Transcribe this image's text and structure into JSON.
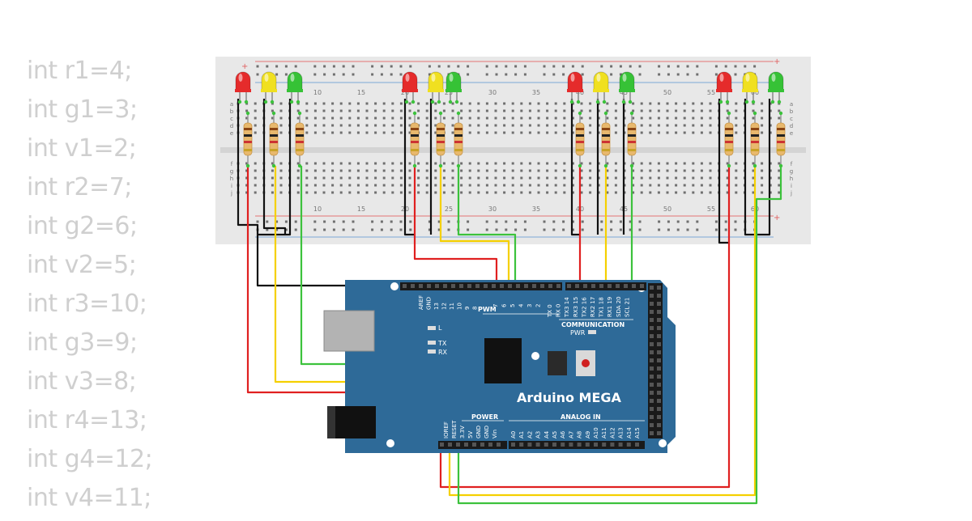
{
  "code_lines": [
    "int r1=4;",
    "int g1=3;",
    "int v1=2;",
    "int r2=7;",
    "int g2=6;",
    "int v2=5;",
    "int r3=10;",
    "int g3=9;",
    "int v3=8;",
    "int r4=13;",
    "int g4=12;",
    "int v4=11;"
  ],
  "breadboard": {
    "column_numbers": [
      "10",
      "15",
      "20",
      "25",
      "30",
      "35",
      "40",
      "45",
      "50",
      "55",
      "60"
    ],
    "row_letters_top": [
      "a",
      "b",
      "c",
      "d",
      "e"
    ],
    "row_letters_bottom": [
      "f",
      "g",
      "h",
      "i",
      "j"
    ],
    "rail_plus": "+"
  },
  "arduino": {
    "name": "Arduino MEGA",
    "pwm_label": "PWM",
    "communication_label": "COMMUNICATION",
    "power_label": "POWER",
    "analog_in_label": "ANALOG IN",
    "pwr_led_label": "PWR",
    "led_labels": [
      "L",
      "TX",
      "RX"
    ],
    "top_left_pins": [
      "AREF",
      "GND",
      "13",
      "12",
      "11",
      "10",
      "9",
      "8"
    ],
    "pwm_pins": [
      "7",
      "6",
      "5",
      "4",
      "3",
      "2"
    ],
    "comm_pins": [
      "TX 0",
      "RX 0",
      "TX3 14",
      "RX3 15",
      "TX2 16",
      "RX2 17",
      "TX1 18",
      "RX1 19",
      "SDA 20",
      "SCL 21"
    ],
    "power_pins": [
      "IOREF",
      "RESET",
      "3.3V",
      "5V",
      "GND",
      "GND",
      "Vin"
    ],
    "analog_pins": [
      "A0",
      "A1",
      "A2",
      "A3",
      "A4",
      "A5",
      "A6",
      "A7",
      "A8",
      "A9",
      "A10",
      "A11",
      "A12",
      "A13",
      "A14",
      "A15"
    ]
  },
  "colors": {
    "code_text": "#cfcfcf",
    "wire_red": "#e02020",
    "wire_yellow": "#f5d000",
    "wire_green": "#3cc23c",
    "wire_black": "#111111",
    "board_blue": "#2e6a98",
    "breadboard": "#e8e8e8"
  },
  "icons": [
    "led-red-icon",
    "led-yellow-icon",
    "led-green-icon",
    "resistor-icon",
    "usb-port-icon",
    "power-jack-icon",
    "reset-button-icon",
    "chip-icon"
  ]
}
